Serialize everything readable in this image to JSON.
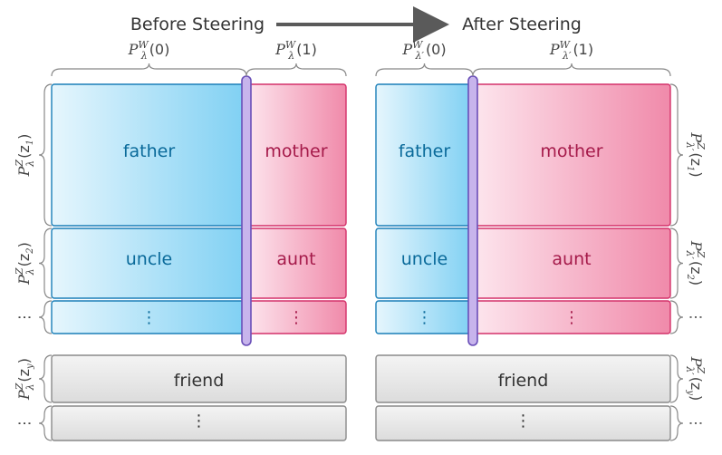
{
  "title": {
    "before": "Before Steering",
    "after": "After Steering"
  },
  "colors": {
    "blue_fill_light": "#e6f6fd",
    "blue_fill_dark": "#7fd0f3",
    "blue_border": "#1b7fb8",
    "blue_text": "#0a6a9a",
    "pink_fill_light": "#fde6ee",
    "pink_fill_dark": "#f08aaa",
    "pink_border": "#d4316a",
    "pink_text": "#a51a4a",
    "divider_fill": "#c7b4ec",
    "divider_border": "#6a4fb8",
    "gray_fill_light": "#f2f2f2",
    "gray_fill_dark": "#dcdcdc",
    "gray_border": "#8a8a8a",
    "gray_text": "#333333",
    "arrow": "#5a5a5a",
    "brace": "#888888"
  },
  "left_panel": {
    "top_brace_left": {
      "base": "P",
      "sup": "W",
      "sub": "λ",
      "arg": "(0)"
    },
    "top_brace_right": {
      "base": "P",
      "sup": "W",
      "sub": "λ",
      "arg": "(1)"
    },
    "side_labels": [
      {
        "base": "P",
        "sup": "Z",
        "sub": "λ",
        "arg": "(z",
        "arg_sub": "1",
        "close": ")"
      },
      {
        "base": "P",
        "sup": "Z",
        "sub": "λ",
        "arg": "(z",
        "arg_sub": "2",
        "close": ")"
      },
      {
        "text": "⋮"
      },
      {
        "base": "P",
        "sup": "Z",
        "sub": "λ",
        "arg": "(z",
        "arg_sub": "y",
        "close": ")"
      },
      {
        "text": "⋮"
      }
    ],
    "rows": [
      {
        "left": "father",
        "right": "mother"
      },
      {
        "left": "uncle",
        "right": "aunt"
      },
      {
        "left": "⋮",
        "right": "⋮"
      }
    ],
    "gray_rows": [
      "friend",
      "⋮"
    ]
  },
  "right_panel": {
    "top_brace_left": {
      "base": "P",
      "sup": "W",
      "sub": "λ′",
      "arg": "(0)"
    },
    "top_brace_right": {
      "base": "P",
      "sup": "W",
      "sub": "λ′",
      "arg": "(1)"
    },
    "side_labels": [
      {
        "base": "P",
        "sup": "Z",
        "sub": "λ′",
        "arg": "(z",
        "arg_sub": "1",
        "close": ")"
      },
      {
        "base": "P",
        "sup": "Z",
        "sub": "λ′",
        "arg": "(z",
        "arg_sub": "2",
        "close": ")"
      },
      {
        "text": "⋮"
      },
      {
        "base": "P",
        "sup": "Z",
        "sub": "λ′",
        "arg": "(z",
        "arg_sub": "y",
        "close": ")"
      },
      {
        "text": "⋮"
      }
    ],
    "rows": [
      {
        "left": "father",
        "right": "mother"
      },
      {
        "left": "uncle",
        "right": "aunt"
      },
      {
        "left": "⋮",
        "right": "⋮"
      }
    ],
    "gray_rows": [
      "friend",
      "⋮"
    ]
  }
}
